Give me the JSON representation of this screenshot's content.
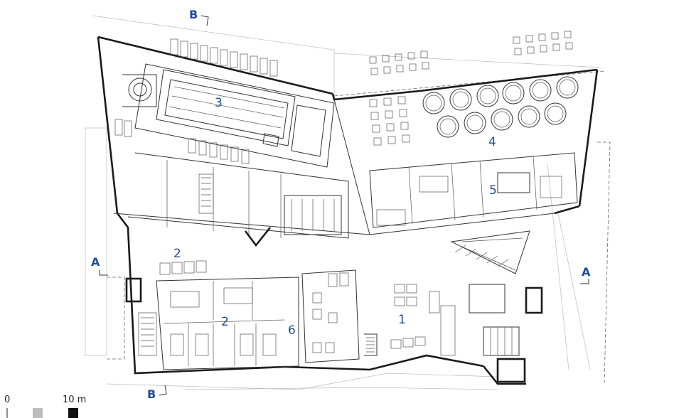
{
  "room_labels": [
    "1",
    "2",
    "2",
    "3",
    "4",
    "5",
    "6"
  ],
  "section_labels": {
    "a_left": "A",
    "a_right": "A",
    "b_top": "B",
    "b_bottom": "B"
  },
  "scale_bar": {
    "start_label": "0",
    "end_label": "10 m"
  },
  "colors": {
    "label_blue": "#1f4e96",
    "wall": "#1a1a1a",
    "scale_grey": "#bdbdbd",
    "scale_black": "#111111"
  }
}
